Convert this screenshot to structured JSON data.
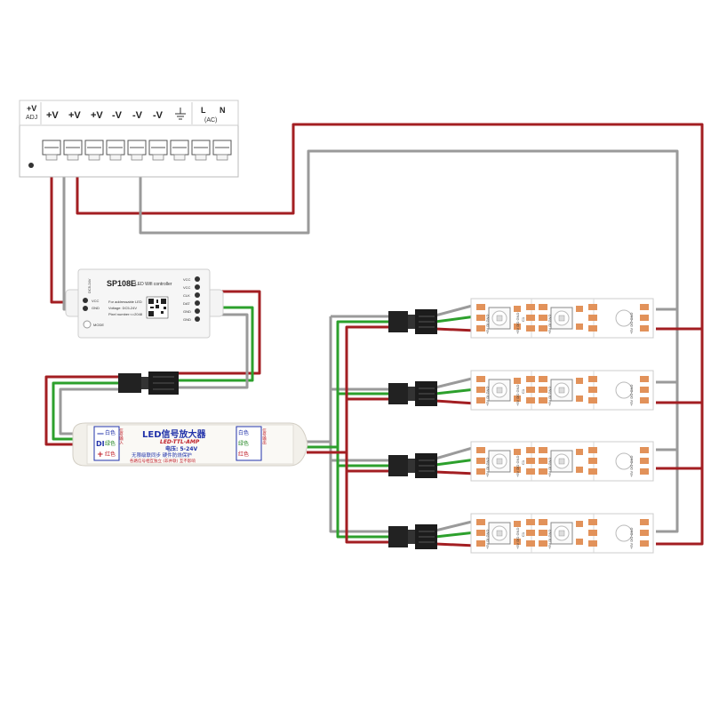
{
  "psu": {
    "terminals": [
      "+V\nADJ",
      "+V",
      "+V",
      "+V",
      "-V",
      "-V",
      "-V",
      "ground",
      "L\n(AC)\nN"
    ],
    "adj_top": "+V",
    "adj_bottom": "ADJ",
    "labels": [
      "+V",
      "+V",
      "+V",
      "-V",
      "-V",
      "-V"
    ],
    "ac_l": "L",
    "ac_n": "N",
    "ac_sub": "(AC)"
  },
  "controller": {
    "model": "SP108E",
    "subtitle": "LED Wifi controller",
    "side_text": "DC5-24V",
    "line1": "For addressable LED",
    "line2": "Voltage: DC5-24V",
    "line3": "Pixel number:<=2048",
    "left_pins": [
      "VCC",
      "GND"
    ],
    "right_pins": [
      "VCC",
      "VCC",
      "CLK",
      "DAT",
      "GND",
      "GND"
    ],
    "button": "MODE"
  },
  "amplifier": {
    "title": "LED信号放大器",
    "subtitle": "LED-TTL-AMP",
    "voltage": "电压: 5-24V",
    "line1": "无限级联同步 硬件防烧保护",
    "line2": "各路信号相互独立 (非并联) 互不影响",
    "left_block": [
      "白色",
      "绿色",
      "红色"
    ],
    "right_block": [
      "白色",
      "绿色",
      "红色"
    ],
    "left_side": "信号输入",
    "right_side": "信号输出",
    "markers": [
      "—",
      "DI",
      "+"
    ]
  },
  "strip": {
    "pad_labels_a": "+5V DI GND",
    "pad_labels_b": "+5V DO GND",
    "cap": "C1"
  },
  "colors": {
    "red_wire": "#a31e22",
    "green_wire": "#2ca02c",
    "gray_wire": "#9a9a9a",
    "pad": "#e2925a",
    "connector": "#222222"
  }
}
